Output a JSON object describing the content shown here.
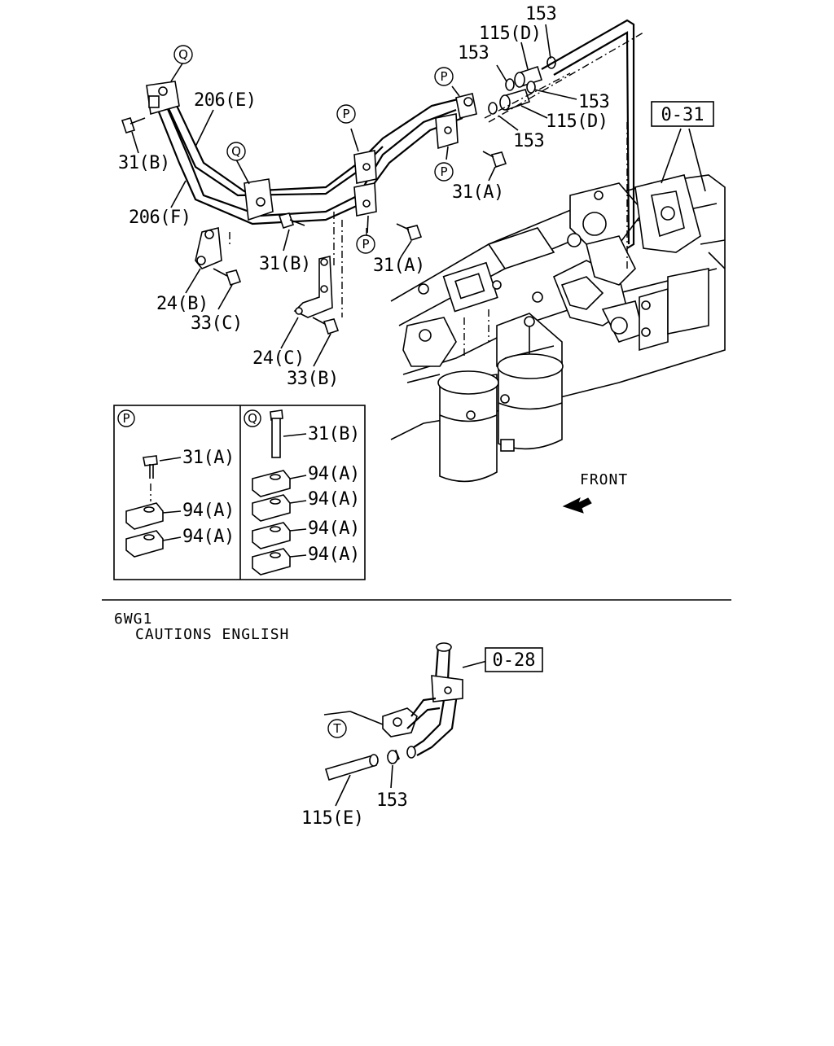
{
  "labels": {
    "p153_top": "153",
    "p115d_top": "115(D)",
    "p153_a": "153",
    "p153_b": "153",
    "p115d_b": "115(D)",
    "p153_c": "153",
    "ref_o31": "0-31",
    "p206e": "206(E)",
    "p206f": "206(F)",
    "p31b_a": "31(B)",
    "p31b_b": "31(B)",
    "p31a_a": "31(A)",
    "p31a_b": "31(A)",
    "p24b": "24(B)",
    "p33c": "33(C)",
    "p24c": "24(C)",
    "p33b": "33(B)",
    "front": "FRONT",
    "inset_p_31a": "31(A)",
    "inset_p_94a_1": "94(A)",
    "inset_p_94a_2": "94(A)",
    "inset_q_31b": "31(B)",
    "inset_q_94a_1": "94(A)",
    "inset_q_94a_2": "94(A)",
    "inset_q_94a_3": "94(A)",
    "inset_q_94a_4": "94(A)",
    "engine_model": "6WG1",
    "cautions": "CAUTIONS ENGLISH",
    "ref_o28": "0-28",
    "p115e": "115(E)",
    "p153_bottom": "153"
  },
  "callouts": {
    "P": "P",
    "Q": "Q",
    "T": "T"
  }
}
